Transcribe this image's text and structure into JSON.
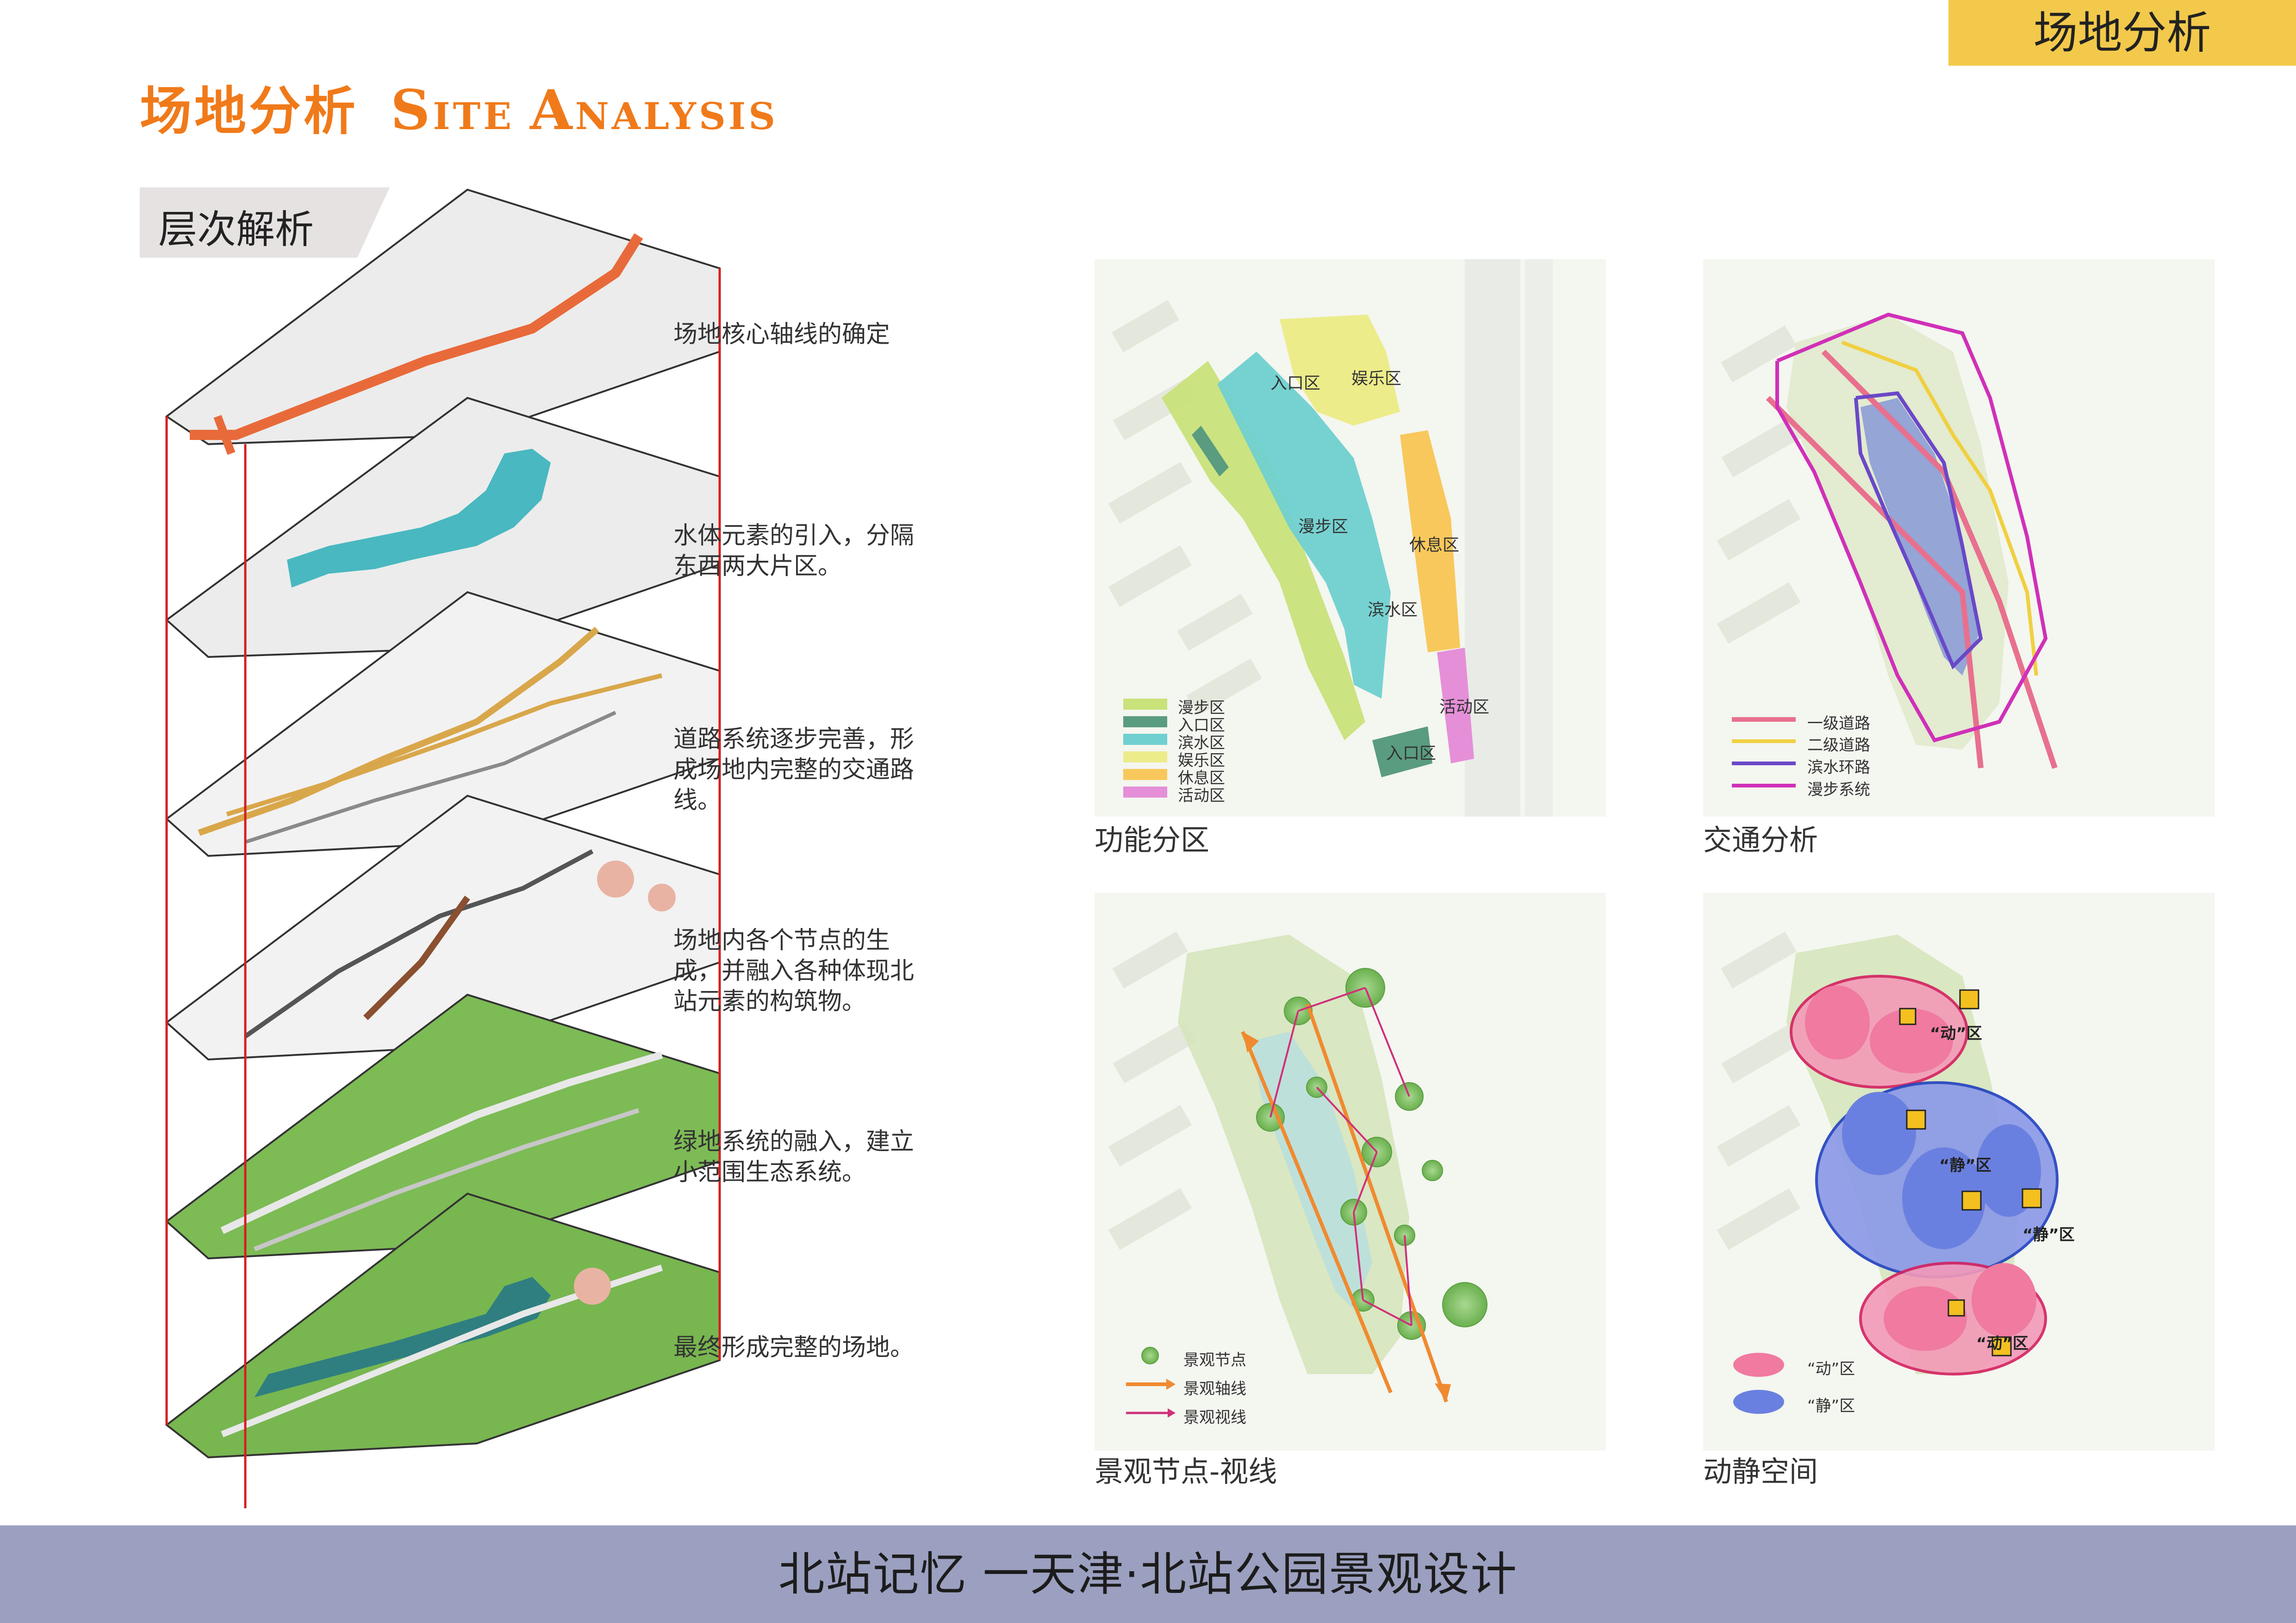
{
  "header": {
    "tab_label": "场地分析",
    "title_cn": "场地分析",
    "title_en_1_cap": "S",
    "title_en_1_rest": "ITE",
    "title_en_2_cap": "A",
    "title_en_2_rest": "NALYSIS"
  },
  "section": {
    "label": "层次解析"
  },
  "layers": [
    {
      "text": "场地核心轴线的确定"
    },
    {
      "text": "水体元素的引入，分隔东西两大片区。"
    },
    {
      "text": "道路系统逐步完善，形成场地内完整的交通路线。"
    },
    {
      "text": "场地内各个节点的生成，并融入各种体现北站元素的构筑物。"
    },
    {
      "text": "绿地系统的融入，建立小范围生态系统。"
    },
    {
      "text": "最终形成完整的场地。"
    }
  ],
  "maps": {
    "function": {
      "caption": "功能分区",
      "zones": [
        "入口区",
        "娱乐区",
        "漫步区",
        "休息区",
        "滨水区",
        "活动区",
        "入口区"
      ],
      "legend": [
        {
          "label": "漫步区",
          "color": "#c9e27a"
        },
        {
          "label": "入口区",
          "color": "#5a9c80"
        },
        {
          "label": "滨水区",
          "color": "#6fd0cf"
        },
        {
          "label": "娱乐区",
          "color": "#ecec8a"
        },
        {
          "label": "休息区",
          "color": "#f8c85c"
        },
        {
          "label": "活动区",
          "color": "#e58fd8"
        }
      ]
    },
    "traffic": {
      "caption": "交通分析",
      "legend": [
        {
          "label": "一级道路",
          "color": "#e8708e"
        },
        {
          "label": "二级道路",
          "color": "#f0d040"
        },
        {
          "label": "滨水环路",
          "color": "#6a48c8"
        },
        {
          "label": "漫步系统",
          "color": "#d030b8"
        }
      ]
    },
    "landscape": {
      "caption": "景观节点-视线",
      "legend": [
        {
          "label": "景观节点",
          "color": "#7fc060"
        },
        {
          "label": "景观轴线",
          "color": "#f08a30"
        },
        {
          "label": "景观视线",
          "color": "#d0307a"
        }
      ]
    },
    "dynamic": {
      "caption": "动静空间",
      "zone_labels": [
        "“动”区",
        "“静”区",
        "“静”区",
        "“动”区"
      ],
      "legend": [
        {
          "label": "“动”区",
          "color": "#f07aa0"
        },
        {
          "label": "“静”区",
          "color": "#6a80e0"
        }
      ]
    }
  },
  "footer": {
    "text": "北站记忆 一天津·北站公园景观设计"
  }
}
